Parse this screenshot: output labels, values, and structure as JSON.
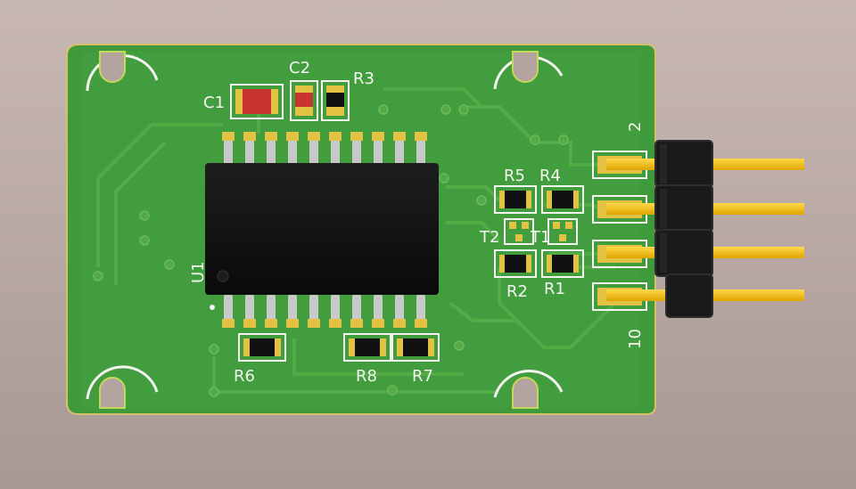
{
  "board": {
    "labels": {
      "c1": "C1",
      "c2": "C2",
      "r3": "R3",
      "r5": "R5",
      "r4": "R4",
      "t2": "T2",
      "t1": "T1",
      "r2": "R2",
      "r1": "R1",
      "u1": "U1",
      "r6": "R6",
      "r8": "R8",
      "r7": "R7",
      "pin_top": "2",
      "pin_bottom": "10"
    }
  },
  "colors": {
    "pcb": "#3f9a3c",
    "pcb_light": "#5aad4a",
    "trace": "#4fa343",
    "pad_gold": "#e3c243",
    "ic_body": "#111111",
    "capacitor": "#c8352e",
    "header_plastic": "#1a1a1a",
    "silkscreen": "#f4f4f0"
  }
}
